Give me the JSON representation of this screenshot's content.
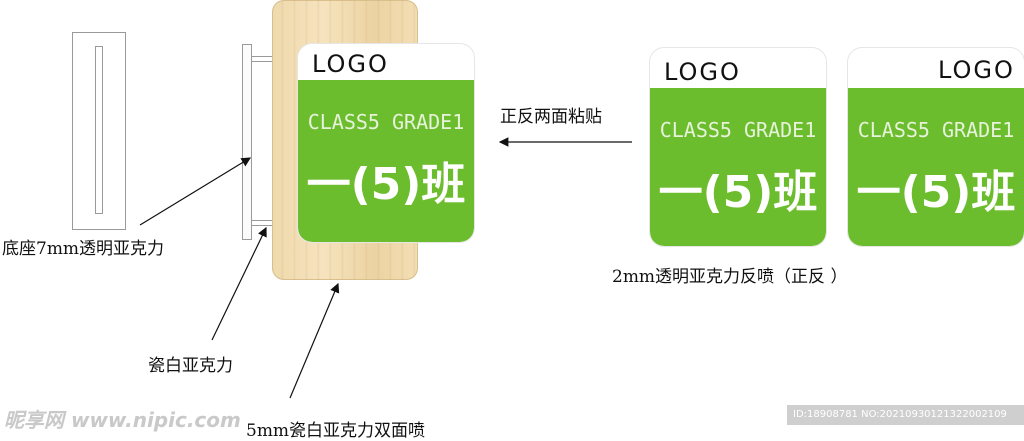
{
  "labels": {
    "base": "底座7mm透明亚克力",
    "porcelain": "瓷白亚克力",
    "board": "5mm瓷白亚克力双面喷",
    "arrow_note": "正反两面粘贴",
    "reverse_spray": "2mm透明亚克力反喷（正反        ）"
  },
  "sign": {
    "logo": "LOGO",
    "english": "CLASS5 GRADE1",
    "chinese": "一(5)班"
  },
  "colors": {
    "green": "#6cbd2d",
    "wood": "#f2ddb3"
  },
  "watermark": {
    "text": "昵享网 www.nipic.com",
    "id": "ID:18908781 NO:20210930121322002109"
  }
}
